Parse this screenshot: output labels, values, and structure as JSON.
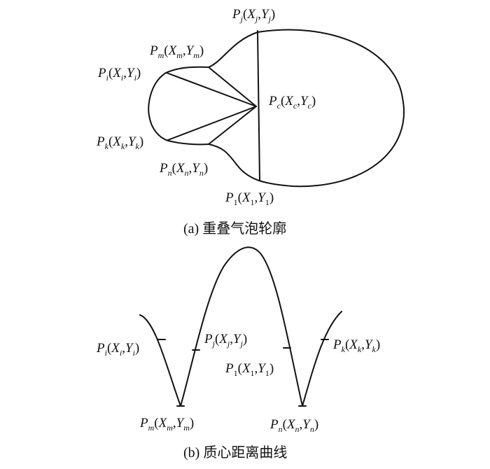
{
  "figure_a": {
    "caption": "(a) 重叠气泡轮廓",
    "labels": {
      "pj": {
        "P": "P",
        "ps": "j",
        "X": "X",
        "xs": "j",
        "Y": "Y",
        "ys": "j"
      },
      "pm": {
        "P": "P",
        "ps": "m",
        "X": "X",
        "xs": "m",
        "Y": "Y",
        "ys": "m"
      },
      "pi": {
        "P": "P",
        "ps": "i",
        "X": "X",
        "xs": "i",
        "Y": "Y",
        "ys": "i"
      },
      "pc": {
        "P": "P",
        "ps": "c",
        "X": "X",
        "xs": "c",
        "Y": "Y",
        "ys": "c"
      },
      "pk": {
        "P": "P",
        "ps": "k",
        "X": "X",
        "xs": "k",
        "Y": "Y",
        "ys": "k"
      },
      "pn": {
        "P": "P",
        "ps": "n",
        "X": "X",
        "xs": "n",
        "Y": "Y",
        "ys": "n"
      },
      "p1": {
        "P": "P",
        "ps": "1",
        "X": "X",
        "xs": "1",
        "Y": "Y",
        "ys": "1"
      }
    }
  },
  "figure_b": {
    "caption": "(b) 质心距离曲线",
    "labels": {
      "pi": {
        "P": "P",
        "ps": "i",
        "X": "X",
        "xs": "i",
        "Y": "Y",
        "ys": "i"
      },
      "pj": {
        "P": "P",
        "ps": "j",
        "X": "X",
        "xs": "j",
        "Y": "Y",
        "ys": "j"
      },
      "pk": {
        "P": "P",
        "ps": "k",
        "X": "X",
        "xs": "k",
        "Y": "Y",
        "ys": "k"
      },
      "p1": {
        "P": "P",
        "ps": "1",
        "X": "X",
        "xs": "1",
        "Y": "Y",
        "ys": "1"
      },
      "pm": {
        "P": "P",
        "ps": "m",
        "X": "X",
        "xs": "m",
        "Y": "Y",
        "ys": "m"
      },
      "pn": {
        "P": "P",
        "ps": "n",
        "X": "X",
        "xs": "n",
        "Y": "Y",
        "ys": "n"
      }
    }
  }
}
